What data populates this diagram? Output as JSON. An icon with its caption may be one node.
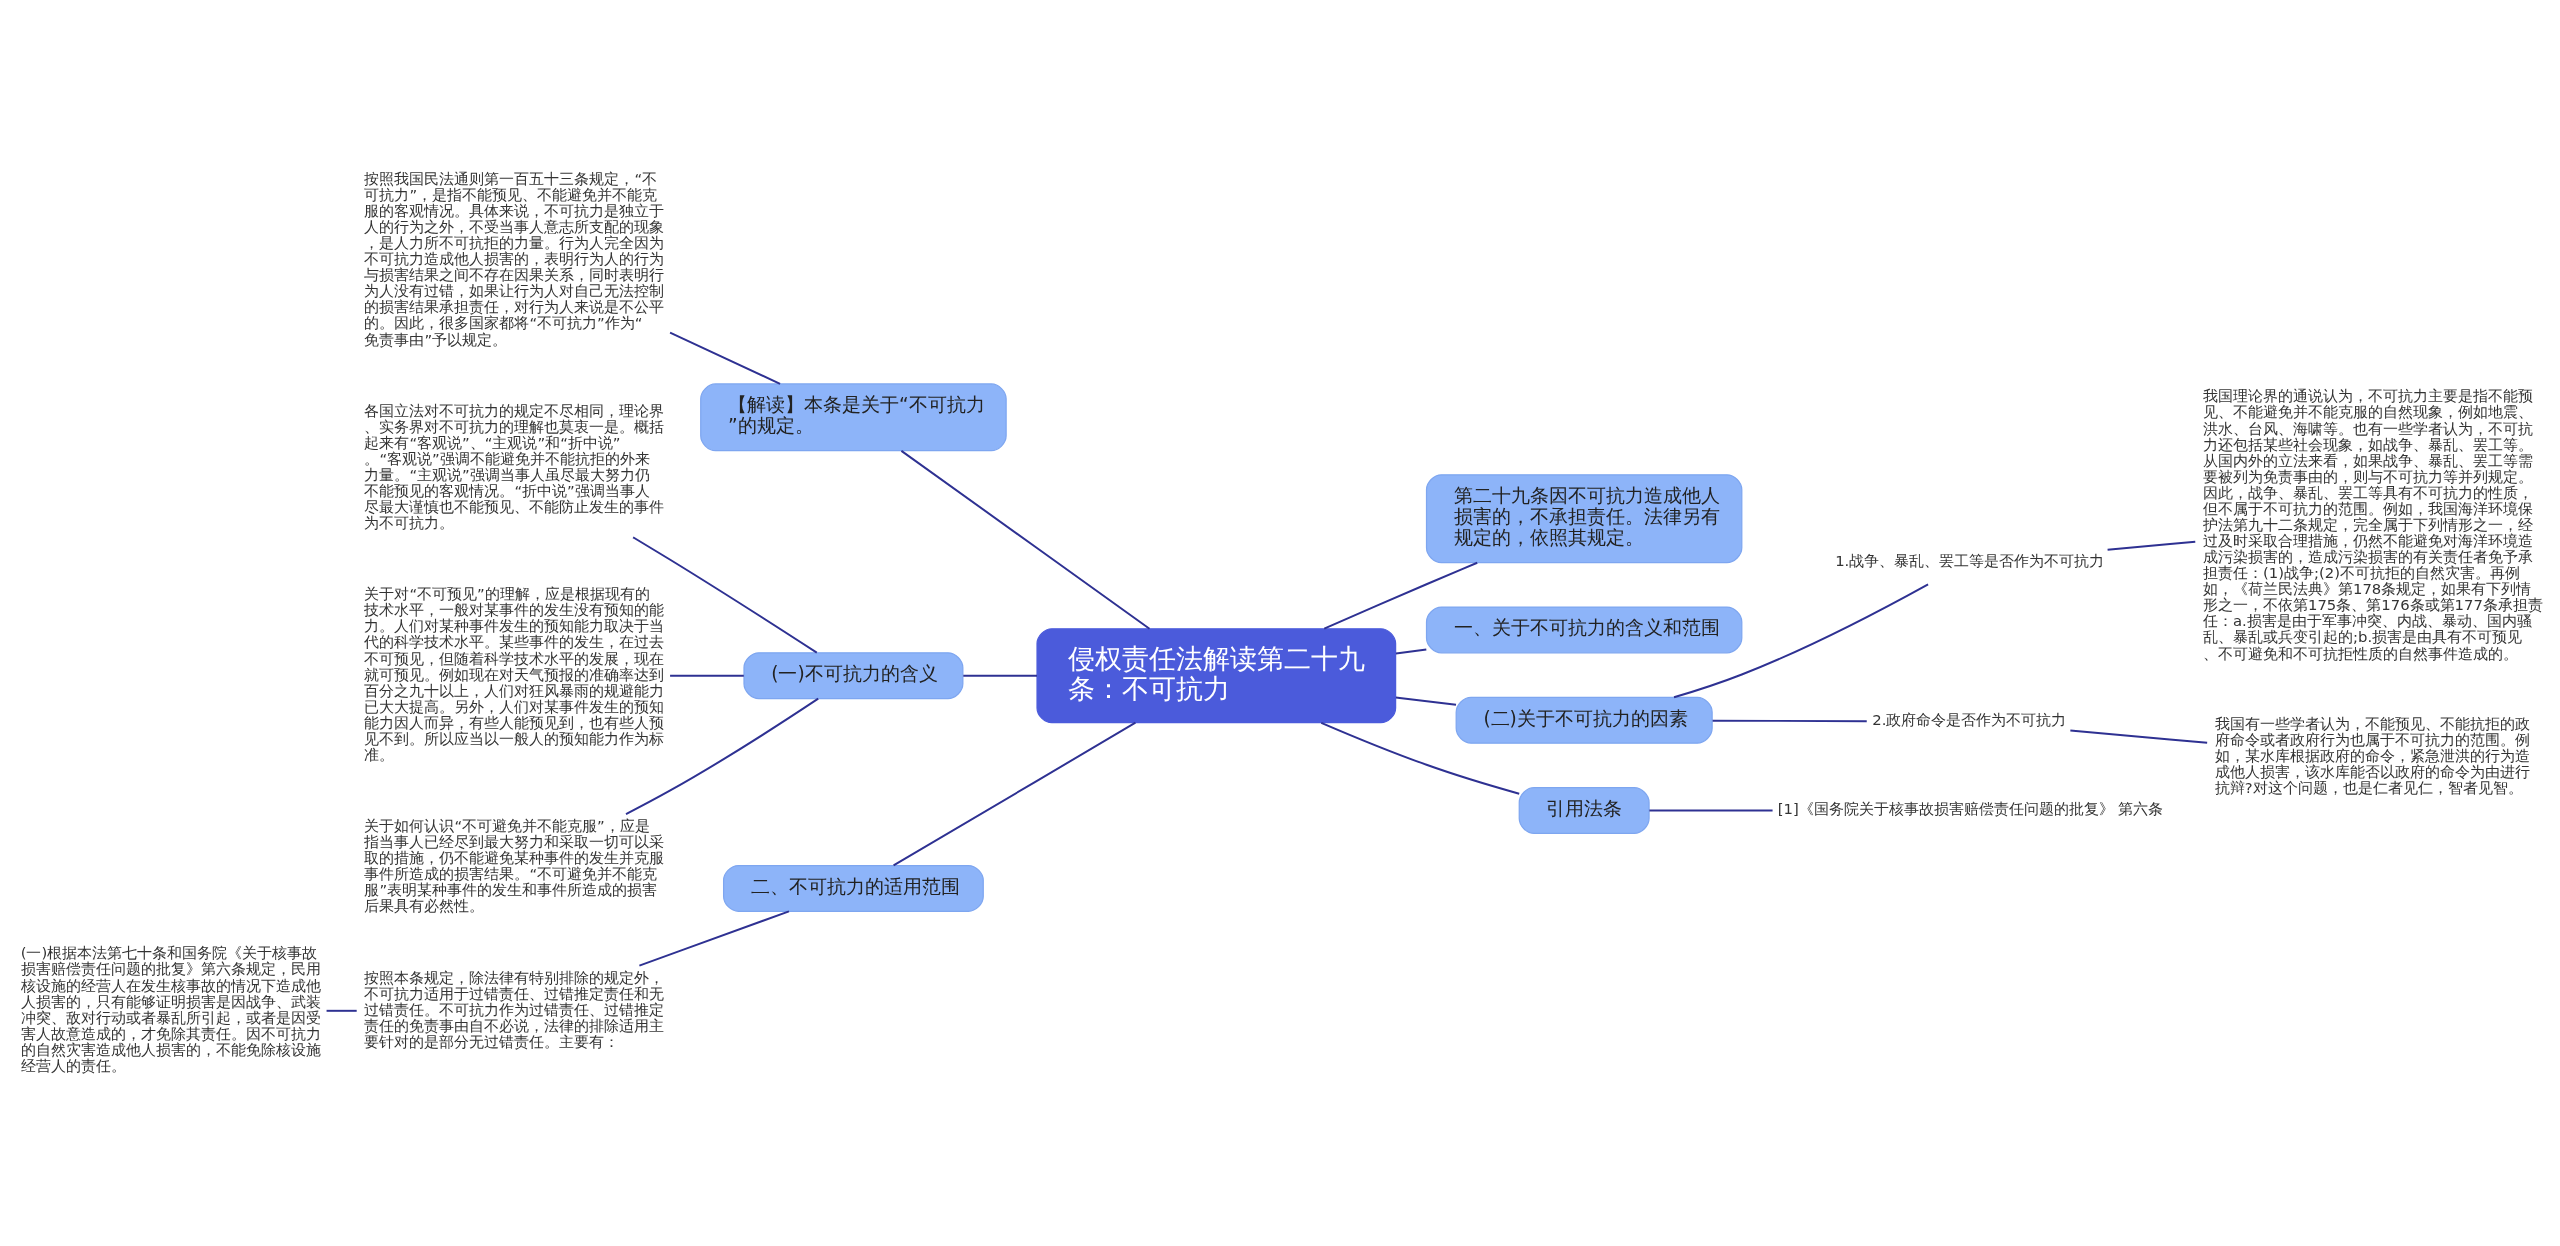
{
  "diagram": {
    "nodes": [
      {
        "text": [
          "侵权责任法解读第二十九条：不可抗力"
        ]
      },
      {
        "text": [
          "【解读】本条是关于“不可抗力”的规定。"
        ]
      },
      {
        "text": [
          "按照我国民法通则第一百五十三条规定，“不可抗力”，是指不能预见、不能避免并不能克服的客观情况。具体来说，不可抗力是独立于人的行为之外，不受当事人意志所支配的现象，是人力所不可抗拒的力量。行为人完全因为不可抗力造成他人损害的，表明行为人的行为与损害结果之间不存在因果关系，同时表明行为人没有过错，如果让行为人对自己无法控制的损害结果承担责任，对行为人来说是不公平的。因此，很多国家都将“不可抗力”作为“免责事由”予以规定。"
        ]
      },
      {
        "text": [
          "(一)不可抗力的含义"
        ]
      },
      {
        "text": [
          "各国立法对不可抗力的规定不尽相同，理论界、实务界对不可抗力的理解也莫衷一是。概括起来有“客观说”、“主观说”和“折中说”。“客观说”强调不能避免并不能抗拒的外来力量。“主观说”强调当事人虽尽最大努力仍不能预见的客观情况。“折中说”强调当事人尽最大谨慎也不能预见、不能防止发生的事件为不可抗力。"
        ]
      },
      {
        "text": [
          "关于对“不可预见”的理解，应是根据现有的技术水平，一般对某事件的发生没有预知的能力。人们对某种事件发生的预知能力取决于当代的科学技术水平。某些事件的发生，在过去不可预见，但随着科学技术水平的发展，现在就可预见。例如现在对天气预报的准确率达到百分之九十以上，人们对狂风暴雨的规避能力已大大提高。另外，人们对某事件发生的预知能力因人而异，有些人能预见到，也有些人预见不到。所以应当以一般人的预知能力作为标准。"
        ]
      },
      {
        "text": [
          "关于如何认识“不可避免并不能克服”，应是指当事人已经尽到最大努力和采取一切可以采取的措施，仍不能避免某种事件的发生并克服事件所造成的损害结果。“不可避免并不能克服”表明某种事件的发生和事件所造成的损害后果具有必然性。"
        ]
      },
      {
        "text": [
          "二、不可抗力的适用范围"
        ]
      },
      {
        "text": [
          "按照本条规定，除法律有特别排除的规定外，不可抗力适用于过错责任、过错推定责任和无过错责任。不可抗力作为过错责任、过错推定责任的免责事由自不必说，法律的排除适用主要针对的是部分无过错责任。主要有："
        ]
      },
      {
        "text": [
          "(一)根据本法第七十条和国务院《关于核事故损害赔偿责任问题的批复》第六条规定，民用核设施的经营人在发生核事故的情况下造成他人损害的，只有能够证明损害是因战争、武装冲突、敌对行动或者暴乱所引起，或者是因受害人故意造成的，才免除其责任。因不可抗力的自然灾害造成他人损害的，不能免除核设施经营人的责任。"
        ]
      },
      {
        "text": [
          "第二十九条因不可抗力造成他人损害的，不承担责任。法律另有规定的，依照其规定。"
        ]
      },
      {
        "text": [
          "一、关于不可抗力的含义和范围"
        ]
      },
      {
        "text": [
          "(二)关于不可抗力的因素"
        ]
      },
      {
        "text": [
          "1.战争、暴乱、罢工等是否作为不可抗力"
        ]
      },
      {
        "text": [
          "我国理论界的通说认为，不可抗力主要是指不能预见、不能避免并不能克服的自然现象，例如地震、洪水、台风、海啸等。也有一些学者认为，不可抗力还包括某些社会现象，如战争、暴乱、罢工等。从国内外的立法来看，如果战争、暴乱、罢工等需要被列为免责事由的，则与不可抗力等并列规定。因此，战争、暴乱、罢工等具有不可抗力的性质，但不属于不可抗力的范围。例如，我国海洋环境保护法第九十二条规定，完全属于下列情形之一，经过及时采取合理措施，仍然不能避免对海洋环境造成污染损害的，造成污染损害的有关责任者免予承担责任：(1)战争;(2)不可抗拒的自然灾害。再例如，《荷兰民法典》第178条规定，如果有下列情形之一，不依第175条、第176条或第177条承担责任：a.损害是由于军事冲突、内战、暴动、国内骚乱、暴乱或兵变引起的;b.损害是由具有不可预见、不可避免和不可抗拒性质的自然事件造成的。"
        ]
      },
      {
        "text": [
          "2.政府命令是否作为不可抗力"
        ]
      },
      {
        "text": [
          "我国有一些学者认为，不能预见、不能抗拒的政府命令或者政府行为也属于不可抗力的范围。例如，某水库根据政府的命令，紧急泄洪的行为造成他人损害，该水库能否以政府的命令为由进行抗辩?对这个问题，也是仁者见仁，智者见智。"
        ]
      },
      {
        "text": [
          "引用法条"
        ]
      },
      {
        "text": [
          "[1]《国务院关于核事故损害赔偿责任问题的批复》 第六条"
        ]
      }
    ],
    "edges": [
      {
        "from": 1,
        "to": 0,
        "arrow": "none"
      },
      {
        "from": 2,
        "to": 1,
        "arrow": "none"
      },
      {
        "from": 3,
        "to": 0,
        "arrow": "none"
      },
      {
        "from": 4,
        "to": 3,
        "arrow": "none"
      },
      {
        "from": 5,
        "to": 3,
        "arrow": "none"
      },
      {
        "from": 6,
        "to": 3,
        "arrow": "none"
      },
      {
        "from": 7,
        "to": 0,
        "arrow": "none"
      },
      {
        "from": 8,
        "to": 7,
        "arrow": "none"
      },
      {
        "from": 9,
        "to": 8,
        "arrow": "none"
      },
      {
        "from": 0,
        "to": 10,
        "arrow": "none"
      },
      {
        "from": 0,
        "to": 11,
        "arrow": "none"
      },
      {
        "from": 0,
        "to": 12,
        "arrow": "none"
      },
      {
        "from": 12,
        "to": 13,
        "arrow": "none"
      },
      {
        "from": 13,
        "to": 14,
        "arrow": "none"
      },
      {
        "from": 12,
        "to": 15,
        "arrow": "none"
      },
      {
        "from": 15,
        "to": 16,
        "arrow": "none"
      },
      {
        "from": 0,
        "to": 17,
        "arrow": "none"
      },
      {
        "from": 17,
        "to": 18,
        "arrow": "none"
      }
    ]
  }
}
